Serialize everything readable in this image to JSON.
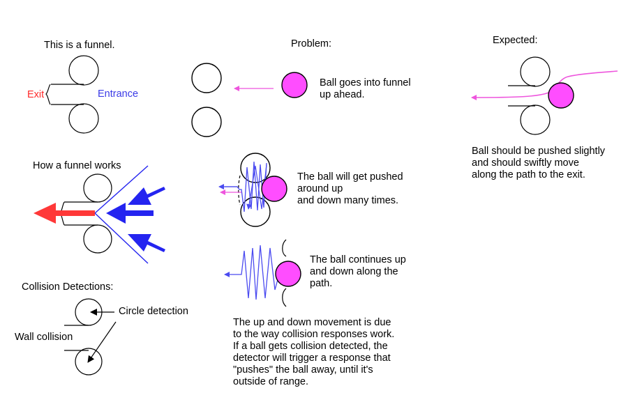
{
  "colors": {
    "ink": "#000000",
    "ball": "#ff4dff",
    "blue": "#2424f0",
    "scribble": "#4b4bf0",
    "red": "#ff3838",
    "exit_text": "#ff2a2a",
    "entrance_text": "#3a3ae6",
    "pink_path": "#ee55dd"
  },
  "panels": {
    "funnel": {
      "title": "This is a funnel.",
      "exit_label": "Exit",
      "entrance_label": "Entrance"
    },
    "problem": {
      "title": "Problem:",
      "note": "Ball goes into funnel\nup ahead."
    },
    "expected": {
      "title": "Expected:",
      "note": "Ball should be pushed slightly\nand should swiftly move\nalong the path to the exit."
    },
    "how_it_works": {
      "title": "How a funnel works"
    },
    "pushed": {
      "note": "The ball will get pushed\naround up\nand down many times."
    },
    "continues": {
      "note": "The ball continues up\nand down along the\npath."
    },
    "collision": {
      "title": "Collision Detections:",
      "circle_label": "Circle detection",
      "wall_label": "Wall collision"
    },
    "explanation": {
      "text": "The up and down movement is due\nto the way collision responses work.\nIf a ball gets collision detected, the\ndetector will trigger a response that\n\"pushes\" the ball away, until it's\noutside of range."
    }
  }
}
